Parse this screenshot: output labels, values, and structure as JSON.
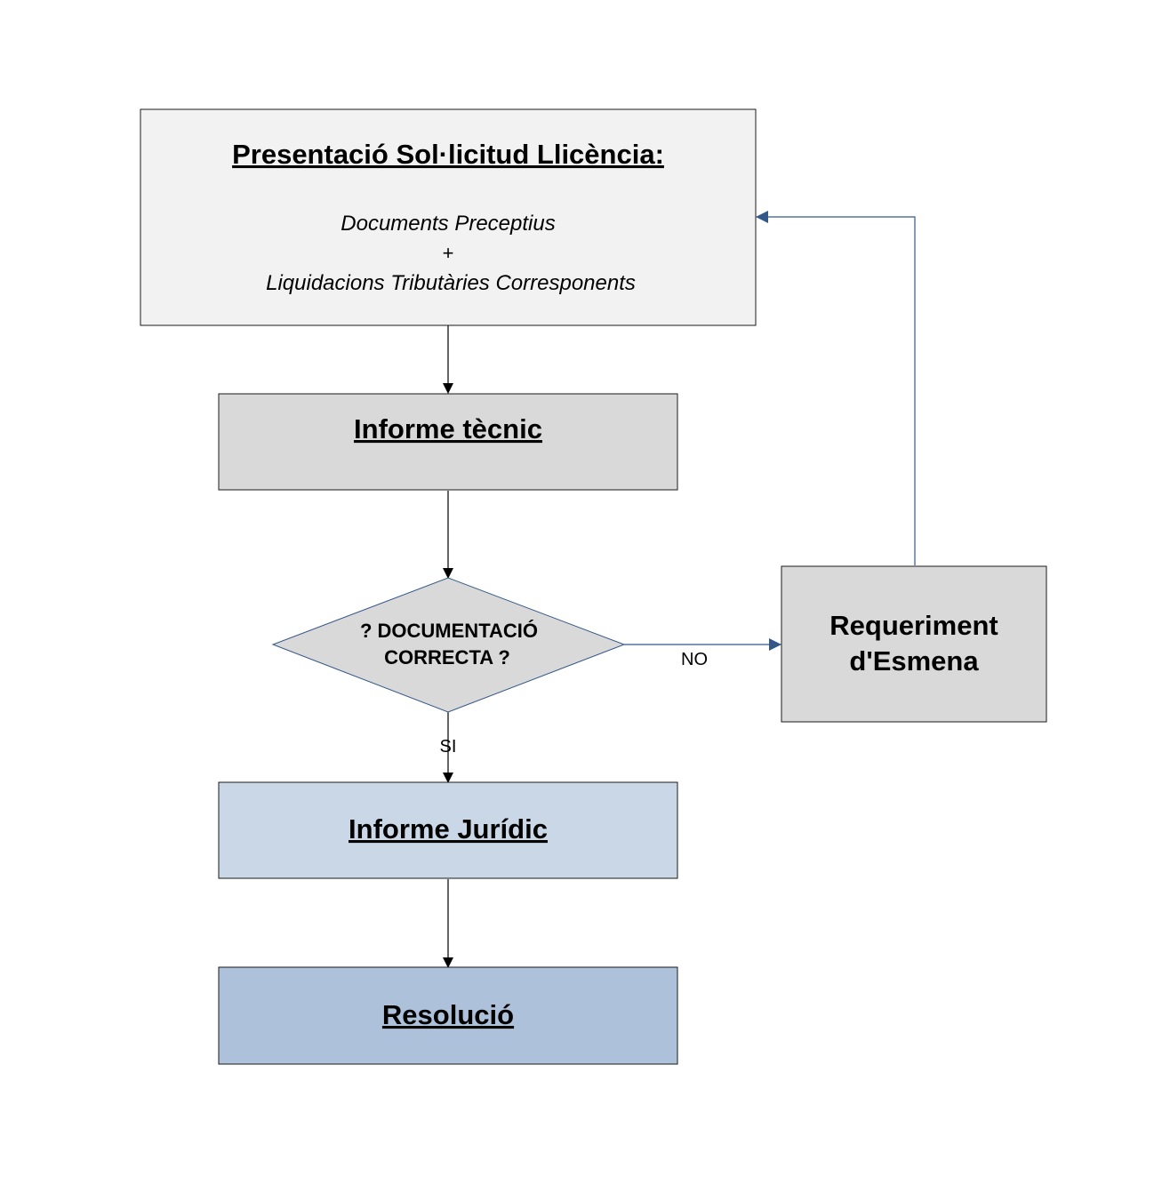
{
  "nodes": {
    "presentacio": {
      "title": "Presentació Sol·licitud Llicència:",
      "line1": "Documents Preceptius",
      "line2": "+",
      "line3": "Liquidacions Tributàries Corresponents"
    },
    "informe_tecnic": {
      "title": "Informe tècnic"
    },
    "decision": {
      "line1": "? DOCUMENTACIÓ",
      "line2": "CORRECTA ?"
    },
    "requeriment": {
      "line1": "Requeriment",
      "line2": "d'Esmena"
    },
    "informe_juridic": {
      "title": "Informe Jurídic"
    },
    "resolucio": {
      "title": "Resolució"
    }
  },
  "edges": {
    "no_label": "NO",
    "si_label": "SI"
  },
  "colors": {
    "presentacio_fill": "#f2f2f2",
    "gray_fill": "#d9d9d9",
    "juridic_fill": "#c9d7e6",
    "resolucio_fill": "#aec1da",
    "feedback_line": "#34578a",
    "stroke": "#1a1a1a"
  }
}
